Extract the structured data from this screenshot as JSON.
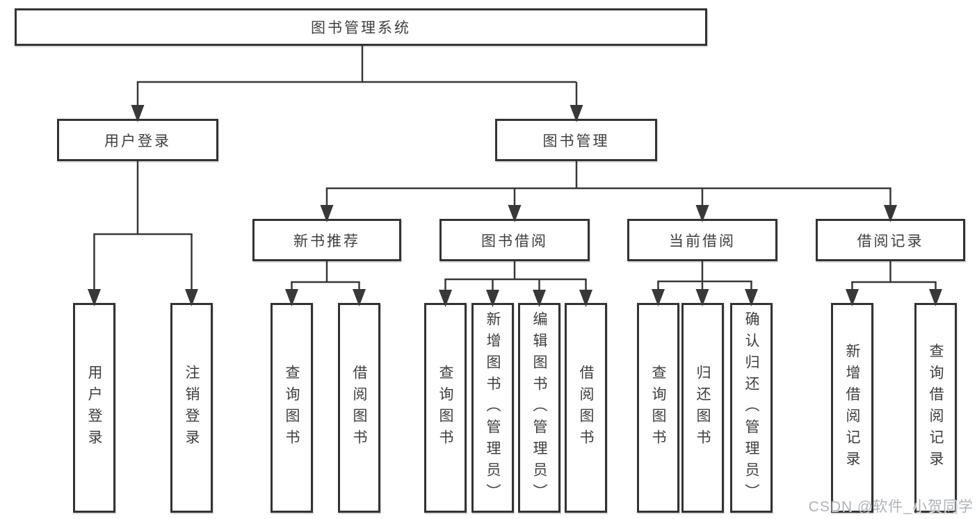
{
  "tree": {
    "label": "图书管理系统",
    "children": [
      {
        "label": "用户登录",
        "children": [
          {
            "label": "用户登录"
          },
          {
            "label": "注销登录"
          }
        ]
      },
      {
        "label": "图书管理",
        "children": [
          {
            "label": "新书推荐",
            "children": [
              {
                "label": "查询图书"
              },
              {
                "label": "借阅图书"
              }
            ]
          },
          {
            "label": "图书借阅",
            "children": [
              {
                "label": "查询图书"
              },
              {
                "label": "新增图书（管理员）"
              },
              {
                "label": "编辑图书（管理员）"
              },
              {
                "label": "借阅图书"
              }
            ]
          },
          {
            "label": "当前借阅",
            "children": [
              {
                "label": "查询图书"
              },
              {
                "label": "归还图书"
              },
              {
                "label": "确认归还（管理员）"
              }
            ]
          },
          {
            "label": "借阅记录",
            "children": [
              {
                "label": "新增借阅记录"
              },
              {
                "label": "查询借阅记录"
              }
            ]
          }
        ]
      }
    ]
  },
  "watermark": {
    "text": "CSDN @软件_小贺同学"
  },
  "colors": {
    "line": "#383838",
    "border": "#333333",
    "text": "#3e3e3e",
    "watermark": "#a8adb1",
    "background": "#ffffff"
  }
}
